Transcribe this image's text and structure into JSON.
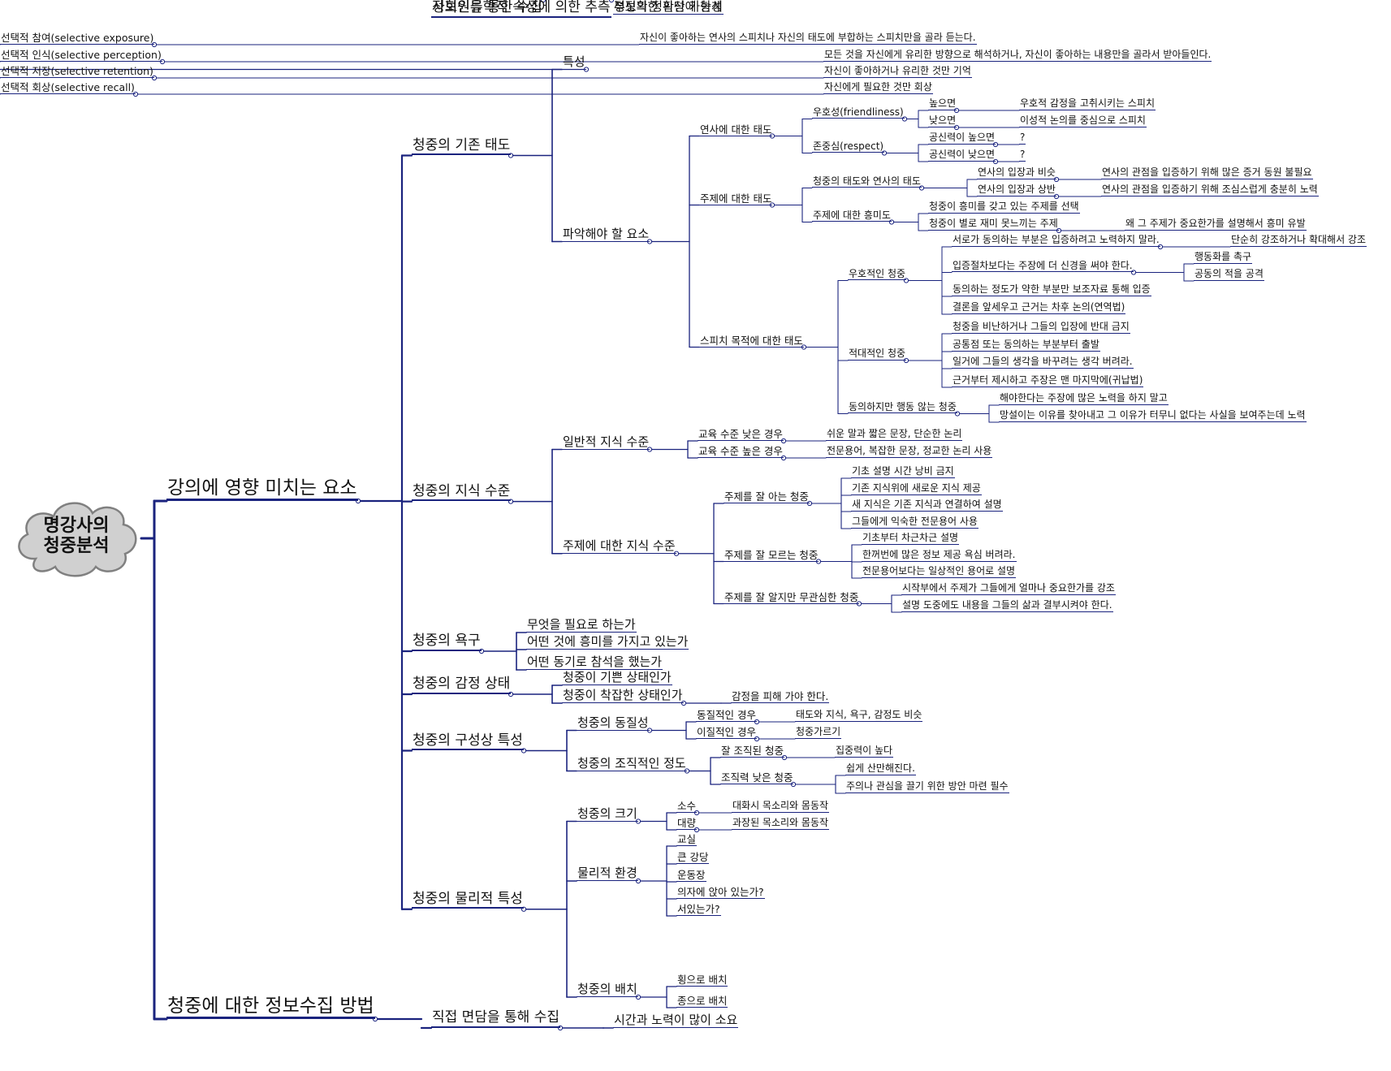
{
  "root": {
    "title": "명강사의\n청중분석"
  },
  "colors": {
    "line": "#1a237e",
    "cloud": "#d0d0d0",
    "cloud_stroke": "#808080"
  },
  "branches": [
    {
      "text": "강의에 영향 미치는 요소",
      "children": [
        {
          "text": "청중의 기존 태도",
          "children": [
            {
              "text": "특성",
              "children": [
                {
                  "text": "선택적 참여(selective exposure)",
                  "children": [
                    {
                      "text": "자신이 좋아하는 연사의 스피치나 자신의 태도에 부합하는 스피치만을 골라 듣는다."
                    }
                  ]
                },
                {
                  "text": "선택적 인식(selective perception)",
                  "children": [
                    {
                      "text": "모든 것을 자신에게 유리한 방향으로 해석하거나, 자신이 좋아하는 내용만을 골라서 받아들인다."
                    }
                  ]
                },
                {
                  "text": "선택적 저장(selective retention)",
                  "children": [
                    {
                      "text": "자신이 좋아하거나 유리한 것만 기억"
                    }
                  ]
                },
                {
                  "text": "선택적 회상(selective recall)",
                  "children": [
                    {
                      "text": "자신에게 필요한 것만 회상"
                    }
                  ]
                }
              ]
            },
            {
              "text": "파악해야 할 요소",
              "children": [
                {
                  "text": "연사에 대한 태도",
                  "children": [
                    {
                      "text": "우호성(friendliness)",
                      "children": [
                        {
                          "text": "높으면",
                          "children": [
                            {
                              "text": "우호적 감정을 고취시키는 스피치"
                            }
                          ]
                        },
                        {
                          "text": "낮으면",
                          "children": [
                            {
                              "text": "이성적 논의를 중심으로 스피치"
                            }
                          ]
                        }
                      ]
                    },
                    {
                      "text": "존중심(respect)",
                      "children": [
                        {
                          "text": "공신력이 높으면",
                          "children": [
                            {
                              "text": "?"
                            }
                          ]
                        },
                        {
                          "text": "공신력이 낮으면",
                          "children": [
                            {
                              "text": "?"
                            }
                          ]
                        }
                      ]
                    }
                  ]
                },
                {
                  "text": "주제에 대한 태도",
                  "children": [
                    {
                      "text": "청중의 태도와 연사의 태도",
                      "children": [
                        {
                          "text": "연사의 입장과 비슷",
                          "children": [
                            {
                              "text": "연사의 관점을 입증하기 위해 많은 증거 동원 불필요"
                            }
                          ]
                        },
                        {
                          "text": "연사의 입장과 상반",
                          "children": [
                            {
                              "text": "연사의 관점을 입증하기 위해 조심스럽게 충분히 노력"
                            }
                          ]
                        }
                      ]
                    },
                    {
                      "text": "주제에 대한 흥미도",
                      "children": [
                        {
                          "text": "청중이 흥미를 갖고 있는 주제를 선택"
                        },
                        {
                          "text": "청중이 별로 재미 못느끼는 주제",
                          "children": [
                            {
                              "text": "왜 그 주제가 중요한가를 설명해서 흥미 유발"
                            }
                          ]
                        }
                      ]
                    }
                  ]
                },
                {
                  "text": "스피치 목적에 대한 태도",
                  "children": [
                    {
                      "text": "우호적인 청중",
                      "children": [
                        {
                          "text": "서로가 동의하는 부분은 입증하려고 노력하지 말라.",
                          "children": [
                            {
                              "text": "단순히 강조하거나 확대해서 강조"
                            }
                          ]
                        },
                        {
                          "text": "입증절차보다는 주장에 더 신경을 써야 한다.",
                          "children": [
                            {
                              "text": "행동화를 촉구"
                            },
                            {
                              "text": "공동의 적을 공격"
                            }
                          ]
                        },
                        {
                          "text": "동의하는 정도가 약한 부분만 보조자료 통해 입증"
                        },
                        {
                          "text": "결론을 앞세우고 근거는 차후 논의(연역법)"
                        }
                      ]
                    },
                    {
                      "text": "적대적인 청중",
                      "children": [
                        {
                          "text": "청중을 비난하거나 그들의 입장에 반대 금지"
                        },
                        {
                          "text": "공통점 또는 동의하는 부분부터 출발"
                        },
                        {
                          "text": "일거에 그들의 생각을 바꾸려는 생각 버려라."
                        },
                        {
                          "text": "근거부터 제시하고 주장은 맨 마지막에(귀납법)"
                        }
                      ]
                    },
                    {
                      "text": "동의하지만 행동 않는 청중",
                      "children": [
                        {
                          "text": "해야한다는 주장에 많은 노력을 하지 말고"
                        },
                        {
                          "text": "망설이는 이유를 찾아내고 그 이유가 터무니 없다는 사실을 보여주는데 노력"
                        }
                      ]
                    }
                  ]
                }
              ]
            }
          ]
        },
        {
          "text": "청중의 지식 수준",
          "children": [
            {
              "text": "일반적 지식 수준",
              "children": [
                {
                  "text": "교육 수준 낮은 경우",
                  "children": [
                    {
                      "text": "쉬운 말과 짧은 문장, 단순한 논리"
                    }
                  ]
                },
                {
                  "text": "교육 수준 높은 경우",
                  "children": [
                    {
                      "text": "전문용어, 복잡한 문장, 정교한 논리 사용"
                    }
                  ]
                }
              ]
            },
            {
              "text": "주제에 대한 지식 수준",
              "children": [
                {
                  "text": "주제를 잘 아는 청중",
                  "children": [
                    {
                      "text": "기초 설명 시간 낭비 금지"
                    },
                    {
                      "text": "기존 지식위에 새로운 지식 제공"
                    },
                    {
                      "text": "새 지식은 기존 지식과 연결하여 설명"
                    },
                    {
                      "text": "그들에게 익숙한 전문용어 사용"
                    }
                  ]
                },
                {
                  "text": "주제를 잘 모르는 청중",
                  "children": [
                    {
                      "text": "기초부터 차근차근 설명"
                    },
                    {
                      "text": "한꺼번에 많은 정보 제공 욕심 버려라."
                    },
                    {
                      "text": "전문용어보다는 일상적인 용어로 설명"
                    }
                  ]
                },
                {
                  "text": "주제를 잘 알지만 무관심한 청중",
                  "children": [
                    {
                      "text": "시작부에서 주제가 그들에게 얼마나 중요한가를 강조"
                    },
                    {
                      "text": "설명 도중에도 내용을 그들의 삶과 결부시켜야 한다."
                    }
                  ]
                }
              ]
            }
          ]
        },
        {
          "text": "청중의 욕구",
          "children": [
            {
              "text": "무엇을 필요로 하는가"
            },
            {
              "text": "어떤 것에 흥미를 가지고 있는가"
            },
            {
              "text": "어떤 동기로 참석을 했는가"
            }
          ]
        },
        {
          "text": "청중의 감정 상태",
          "children": [
            {
              "text": "청중이 기쁜 상태인가"
            },
            {
              "text": "청중이 착잡한 상태인가",
              "children": [
                {
                  "text": "감정을 피해 가야 한다."
                }
              ]
            }
          ]
        },
        {
          "text": "청중의 구성상 특성",
          "children": [
            {
              "text": "청중의 동질성",
              "children": [
                {
                  "text": "동질적인 경우",
                  "children": [
                    {
                      "text": "태도와 지식, 욕구, 감정도 비슷"
                    }
                  ]
                },
                {
                  "text": "이질적인 경우",
                  "children": [
                    {
                      "text": "청중가르기"
                    }
                  ]
                }
              ]
            },
            {
              "text": "청중의 조직적인 정도",
              "children": [
                {
                  "text": "잘 조직된 청중",
                  "children": [
                    {
                      "text": "집중력이 높다"
                    }
                  ]
                },
                {
                  "text": "조직력 낮은 청중",
                  "children": [
                    {
                      "text": "쉽게 산만해진다."
                    },
                    {
                      "text": "주의나 관심을 끌기 위한 방안 마련 필수"
                    }
                  ]
                }
              ]
            }
          ]
        },
        {
          "text": "청중의 물리적 특성",
          "children": [
            {
              "text": "청중의 크기",
              "children": [
                {
                  "text": "소수",
                  "children": [
                    {
                      "text": "대화시 목소리와 몸동작"
                    }
                  ]
                },
                {
                  "text": "대량",
                  "children": [
                    {
                      "text": "과장된 목소리와 몸동작"
                    }
                  ]
                }
              ]
            },
            {
              "text": "물리적 환경",
              "children": [
                {
                  "text": "교실"
                },
                {
                  "text": "큰 강당"
                },
                {
                  "text": "운동장"
                },
                {
                  "text": "의자에 앉아 있는가?"
                },
                {
                  "text": "서있는가?"
                }
              ]
            },
            {
              "text": "청중의 배치",
              "children": [
                {
                  "text": "횡으로 배치"
                },
                {
                  "text": "종으로 배치"
                }
              ]
            }
          ]
        }
      ]
    },
    {
      "text": "청중에 대한 정보수집 방법",
      "children": [
        {
          "text": "직접 면담을 통해 수집",
          "children": [
            {
              "text": "시간과 노력이 많이 소요"
            }
          ]
        },
        {
          "text": "정보원을 통한 수집",
          "children": [
            {
              "text": "정보의 정확성에 한계"
            }
          ]
        },
        {
          "text": "사회인류학적 속성에 의한 추측",
          "children": [
            {
              "text": "부정확한 판단 가능성"
            }
          ]
        }
      ]
    }
  ]
}
